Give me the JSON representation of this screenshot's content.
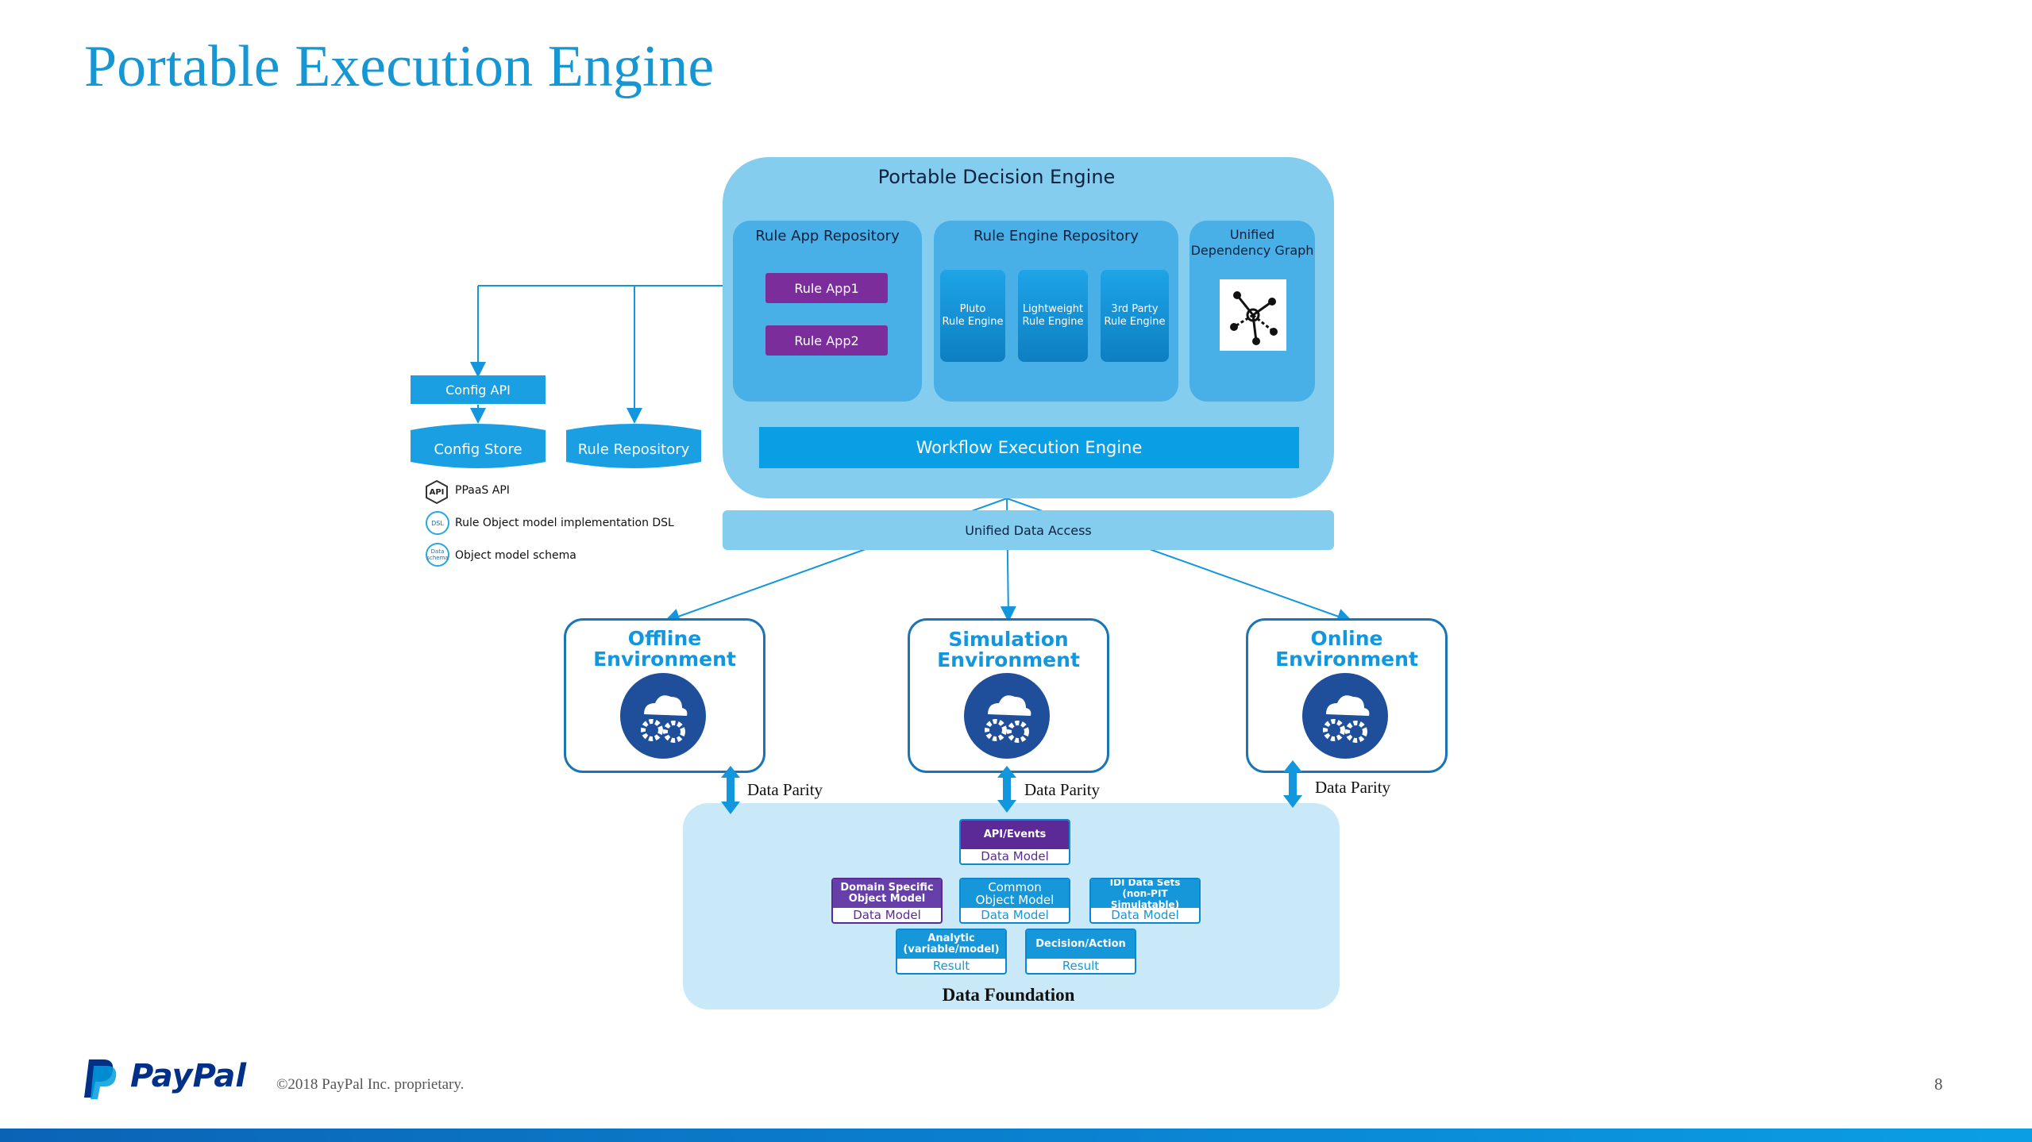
{
  "slide": {
    "title": "Portable Execution Engine",
    "footer_copyright": "©2018 PayPal Inc. proprietary.",
    "page_number": "8",
    "logo_text": "PayPal"
  },
  "pde": {
    "title": "Portable Decision Engine",
    "rule_app_repo": {
      "title": "Rule App Repository",
      "apps": [
        "Rule App1",
        "Rule App2"
      ]
    },
    "rule_engine_repo": {
      "title": "Rule Engine Repository",
      "engines": [
        "Pluto\nRule Engine",
        "Lightweight\nRule Engine",
        "3rd Party\nRule Engine"
      ]
    },
    "udg": {
      "title": "Unified\nDependency Graph"
    },
    "workflow": "Workflow Execution Engine",
    "uda": "Unified Data Access"
  },
  "left": {
    "config_api": "Config API",
    "config_store": "Config Store",
    "rule_repository": "Rule Repository",
    "legend": [
      {
        "icon": "API",
        "label": "PPaaS API"
      },
      {
        "icon": "DSL",
        "label": "Rule Object model implementation DSL"
      },
      {
        "icon": "Data schema",
        "label": "Object model schema"
      }
    ]
  },
  "environments": [
    {
      "title": "Offline\nEnvironment",
      "parity": "Data Parity"
    },
    {
      "title": "Simulation\nEnvironment",
      "parity": "Data Parity"
    },
    {
      "title": "Online\nEnvironment",
      "parity": "Data Parity"
    }
  ],
  "foundation": {
    "title": "Data Foundation",
    "chips": [
      {
        "top": "API/Events",
        "bottom": "Data Model"
      },
      {
        "top": "Domain Specific\nObject Model",
        "bottom": "Data Model"
      },
      {
        "top": "Common\nObject Model",
        "bottom": "Data Model"
      },
      {
        "top": "IDI Data Sets\n(non-PIT Simulatable)",
        "bottom": "Data Model"
      },
      {
        "top": "Analytic\n(variable/model)",
        "bottom": "Result"
      },
      {
        "top": "Decision/Action",
        "bottom": "Result"
      }
    ]
  },
  "colors": {
    "title_blue": "#1697d3",
    "purple": "#7b2d9b",
    "env_border": "#1c74b5",
    "arrow_blue": "#1296dd"
  }
}
